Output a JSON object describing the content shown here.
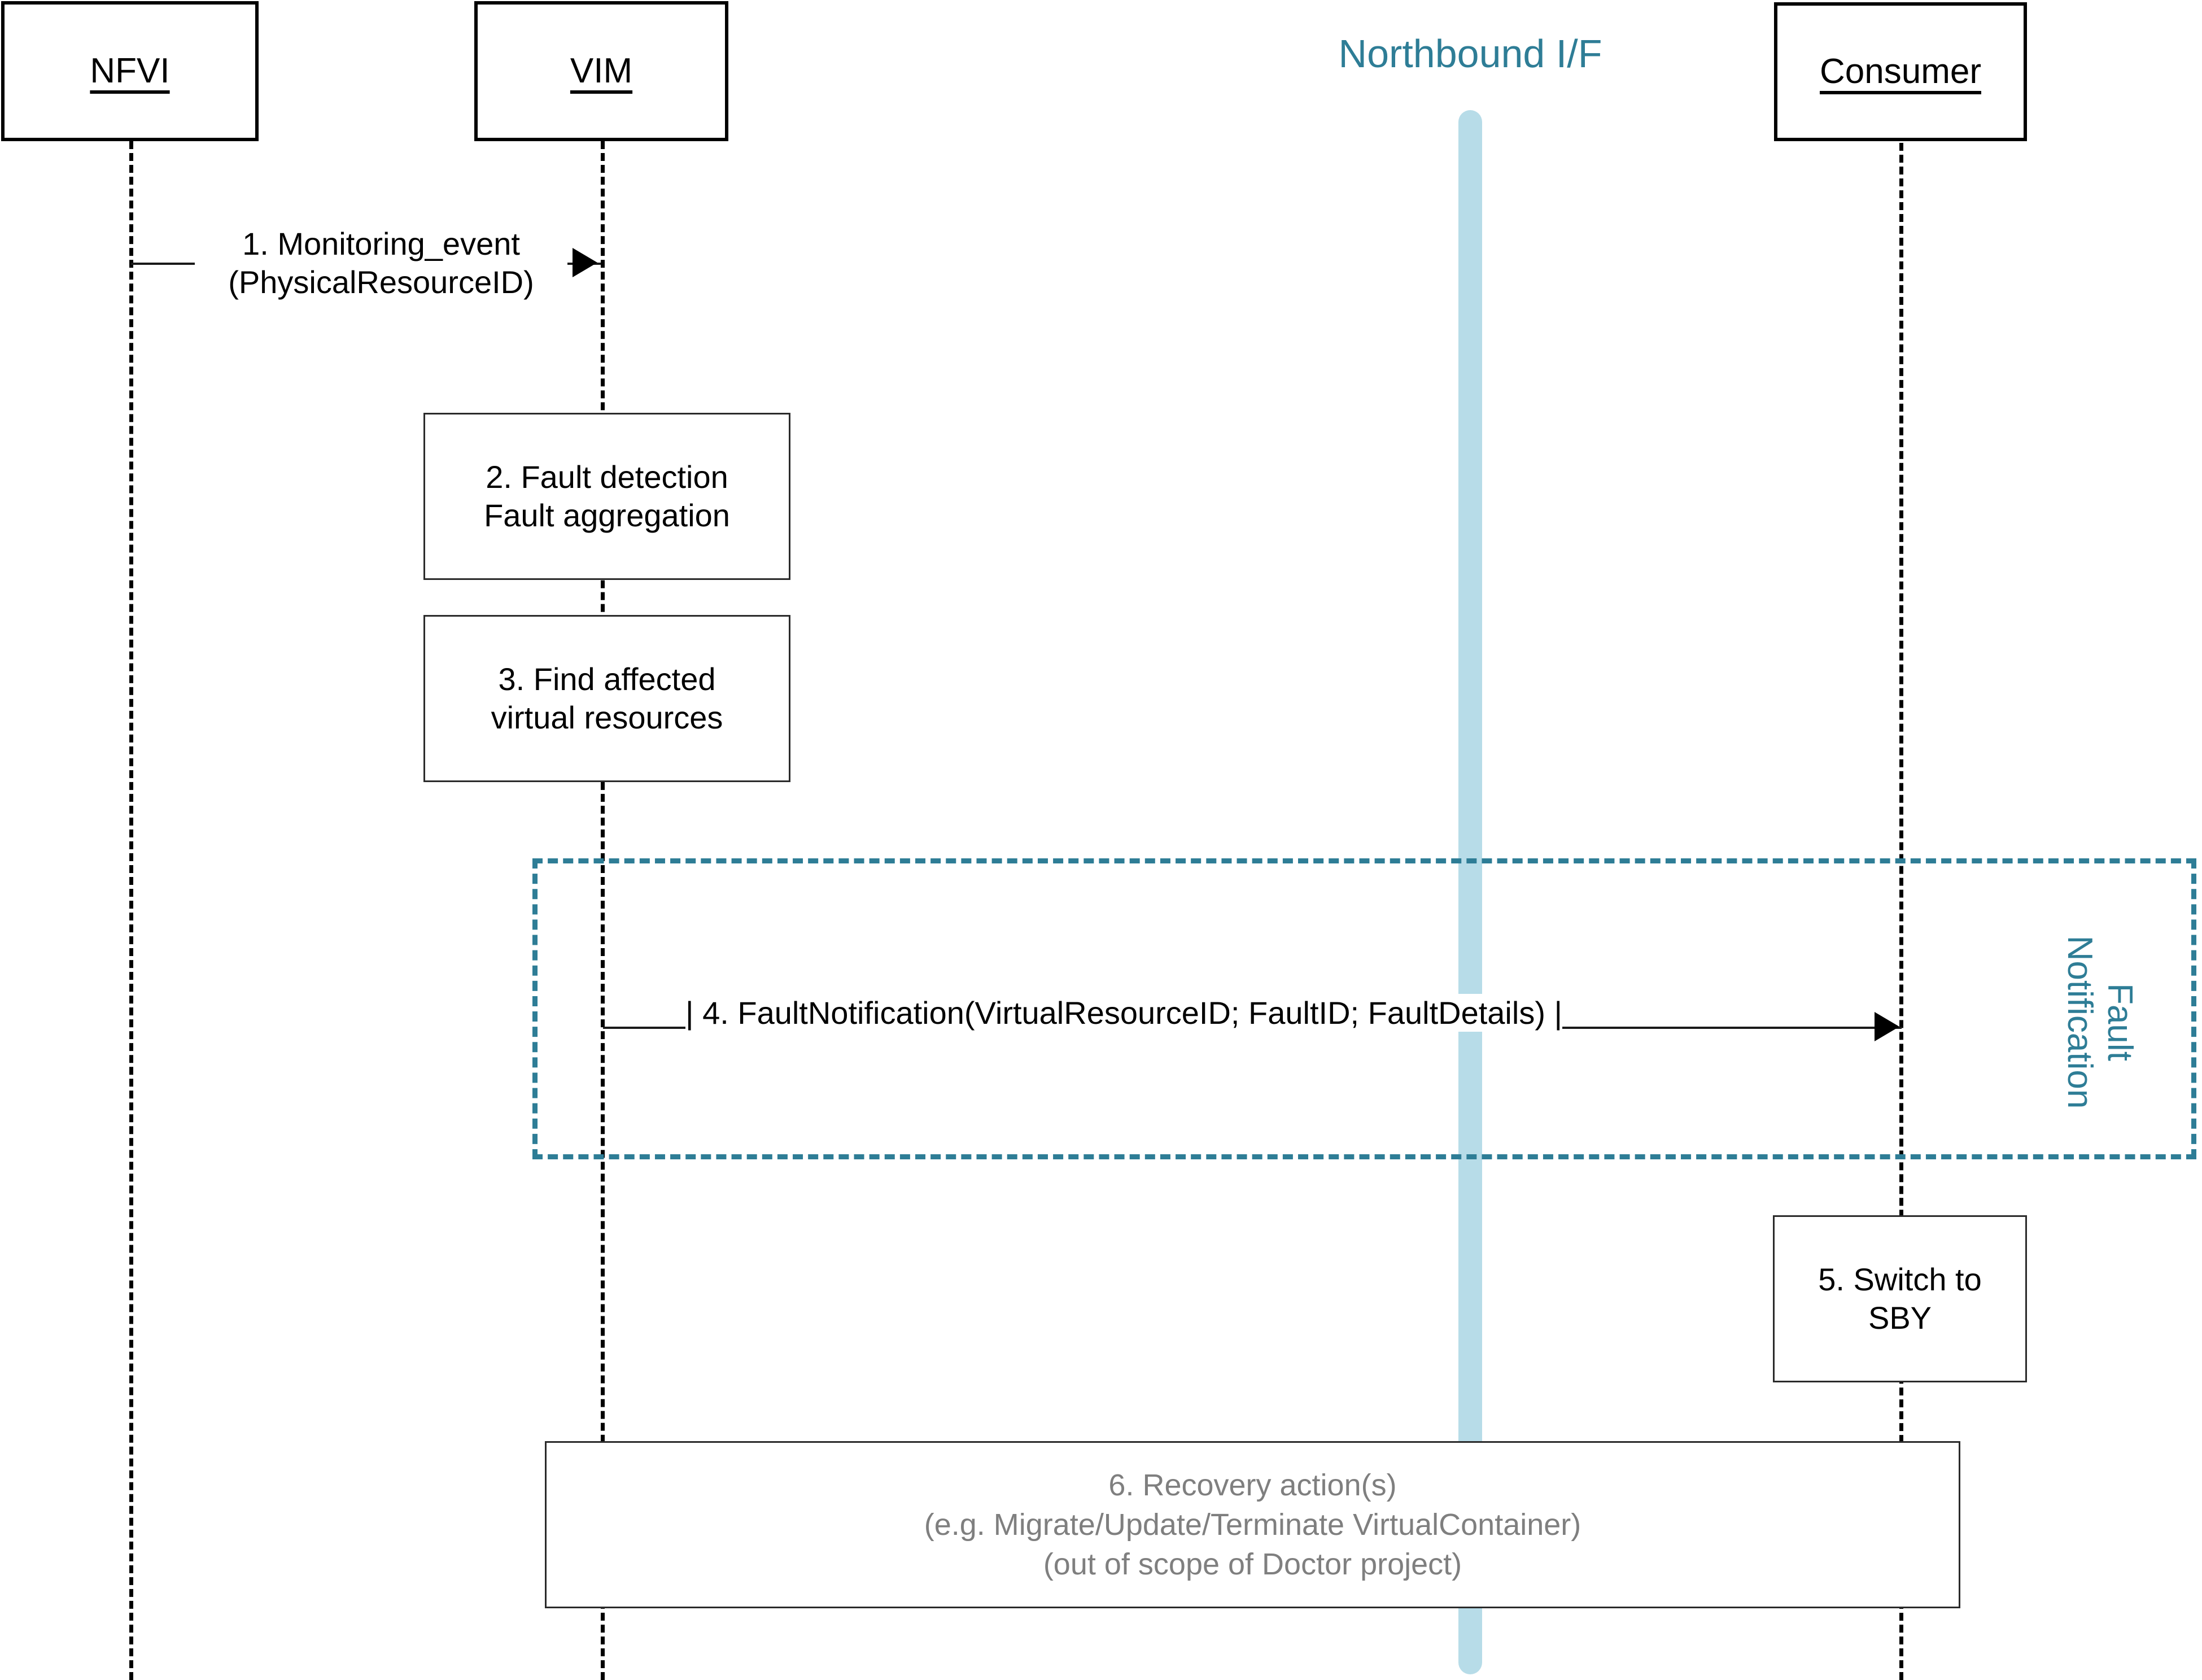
{
  "diagram": {
    "type": "uml-sequence-diagram",
    "title_text": "Northbound I/F",
    "colors": {
      "accent_teal": "#2E7D96",
      "interface_bar": "#B7DCE8",
      "muted_gray": "#7F7F7F",
      "line_black": "#000000"
    }
  },
  "lifelines": [
    {
      "id": "nfvi",
      "label": "NFVI"
    },
    {
      "id": "vim",
      "label": "VIM"
    },
    {
      "id": "consumer",
      "label": "Consumer"
    }
  ],
  "interface": {
    "label": "Northbound I/F"
  },
  "messages": [
    {
      "id": "msg1",
      "number": "1.",
      "line1": "1. Monitoring_event",
      "line2": "(PhysicalResourceID)",
      "from": "NFVI",
      "to": "VIM"
    },
    {
      "id": "msg4",
      "number": "4.",
      "text": "| 4. FaultNotification(VirtualResourceID; FaultID; FaultDetails) |",
      "from": "VIM",
      "to": "Consumer"
    }
  ],
  "activities": [
    {
      "id": "act2",
      "owner": "VIM",
      "line1": "2. Fault detection",
      "line2": "Fault aggregation"
    },
    {
      "id": "act3",
      "owner": "VIM",
      "line1": "3. Find affected",
      "line2": "virtual resources"
    },
    {
      "id": "act5",
      "owner": "Consumer",
      "line1": "5. Switch to",
      "line2": "SBY"
    }
  ],
  "recovery": {
    "id": "act6",
    "line1": "6. Recovery action(s)",
    "line2": "(e.g. Migrate/Update/Terminate VirtualContainer)",
    "line3": "(out of scope of Doctor project)"
  },
  "fragment": {
    "id": "frag-fault-notification",
    "label_line1": "Fault",
    "label_line2": "Notification"
  }
}
